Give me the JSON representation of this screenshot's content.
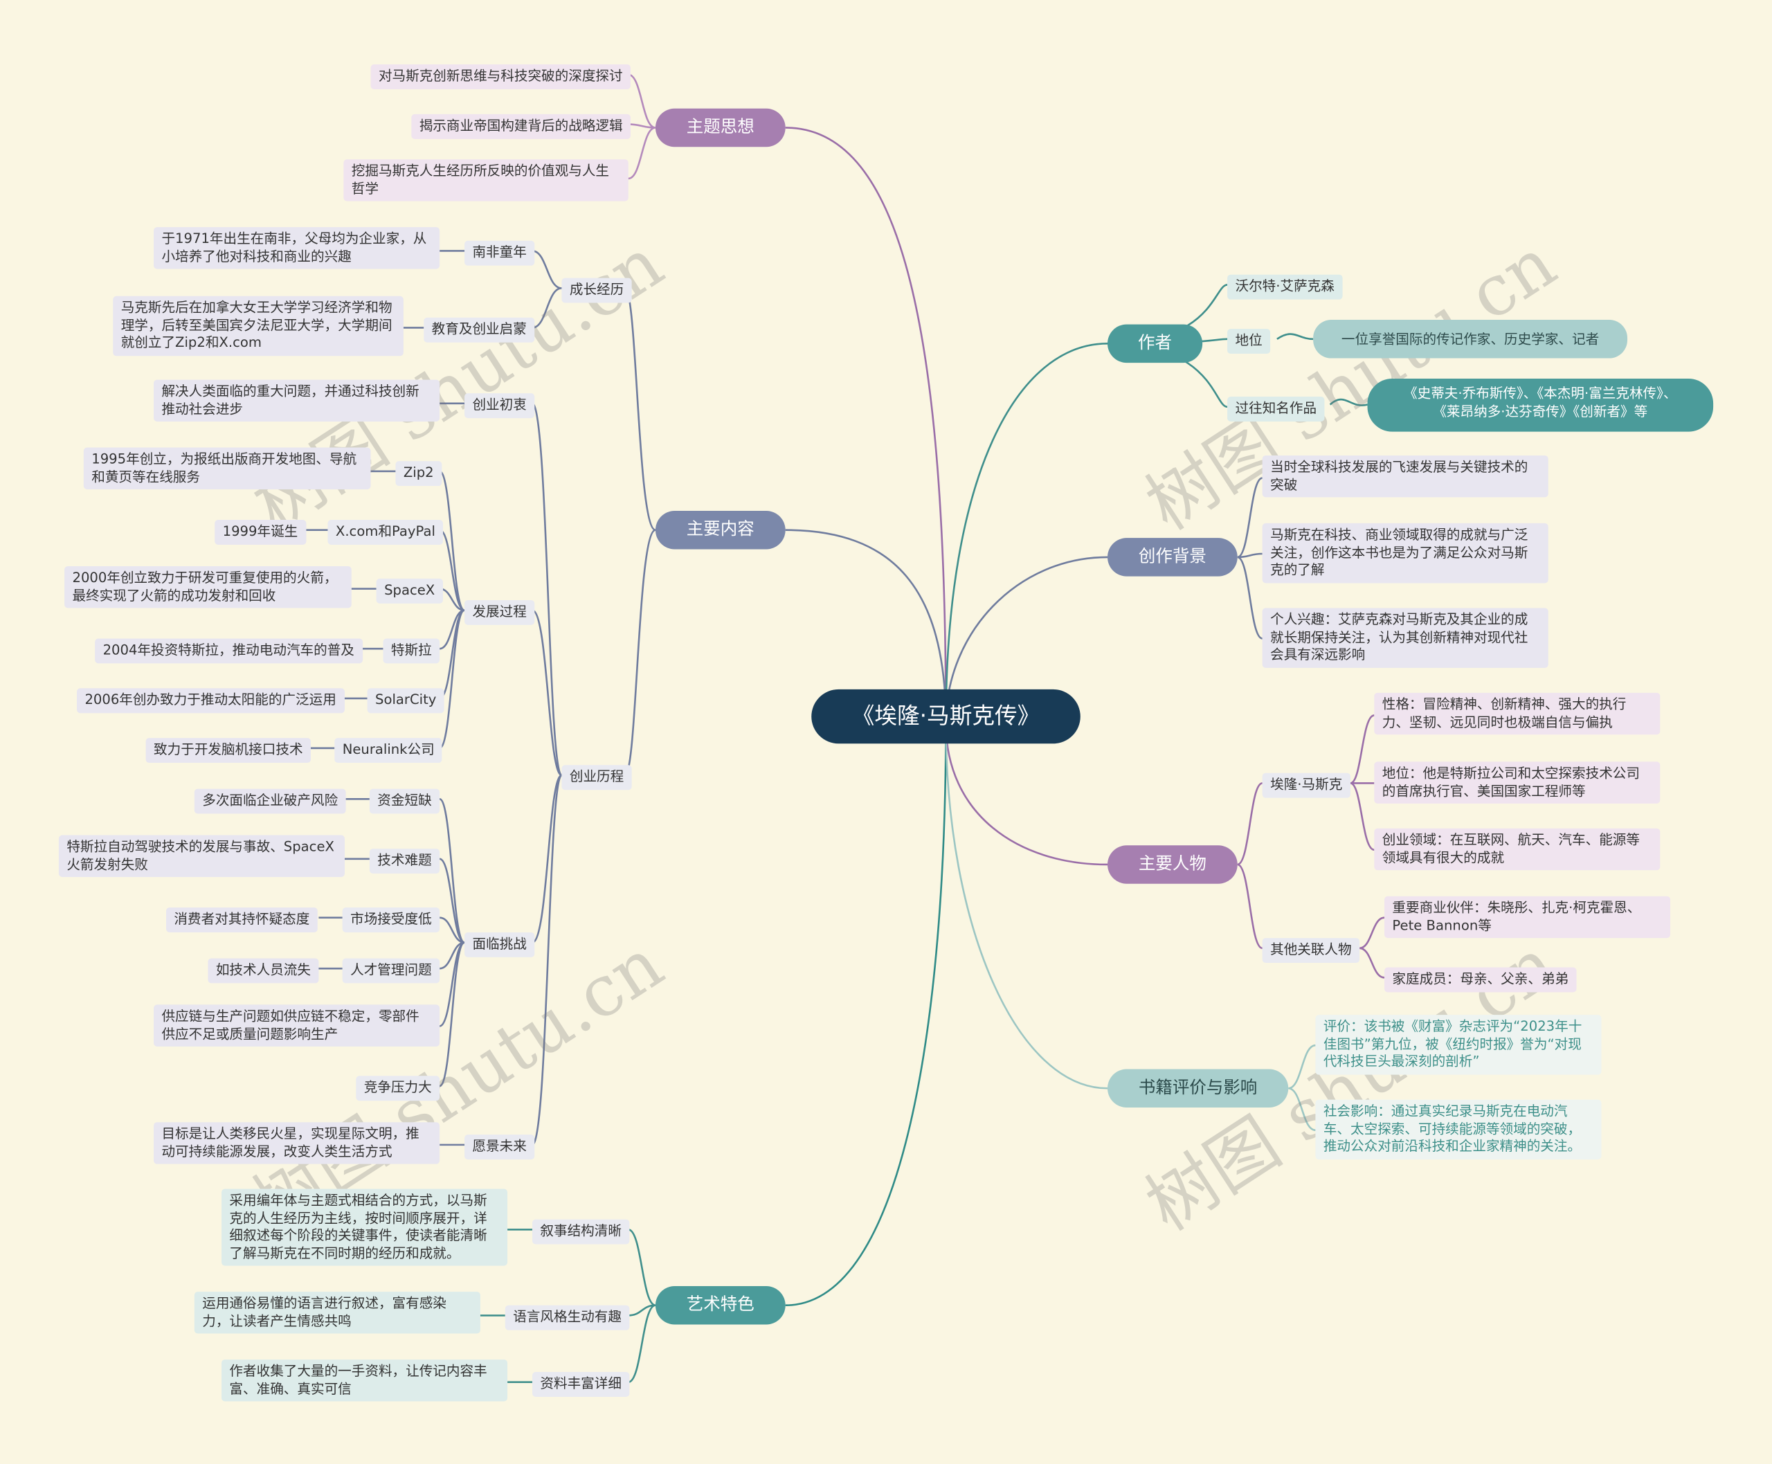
{
  "root": "《埃隆·马斯克传》",
  "branches": {
    "theme": {
      "label": "主题思想",
      "items": [
        "对马斯克创新思维与科技突破的深度探讨",
        "揭示商业帝国构建背后的战略逻辑",
        "挖掘马斯克人生经历所反映的价值观与人生哲学"
      ]
    },
    "content": {
      "label": "主要内容",
      "growth": {
        "label": "成长经历",
        "childhood": {
          "label": "南非童年",
          "text": "于1971年出生在南非，父母均为企业家，从小培养了他对科技和商业的兴趣"
        },
        "education": {
          "label": "教育及创业启蒙",
          "text": "马克斯先后在加拿大女王大学学习经济学和物理学，后转至美国宾夕法尼亚大学，大学期间就创立了Zip2和X.com"
        }
      },
      "venture": {
        "label": "创业历程",
        "origin": {
          "label": "创业初衷",
          "text": "解决人类面临的重大问题，并通过科技创新推动社会进步"
        },
        "process": {
          "label": "发展过程",
          "items": [
            {
              "label": "Zip2",
              "text": "1995年创立，为报纸出版商开发地图、导航和黄页等在线服务"
            },
            {
              "label": "X.com和PayPal",
              "text": "1999年诞生"
            },
            {
              "label": "SpaceX",
              "text": "2000年创立致力于研发可重复使用的火箭，最终实现了火箭的成功发射和回收"
            },
            {
              "label": "特斯拉",
              "text": "2004年投资特斯拉，推动电动汽车的普及"
            },
            {
              "label": "SolarCity",
              "text": "2006年创办致力于推动太阳能的广泛运用"
            },
            {
              "label": "Neuralink公司",
              "text": "致力于开发脑机接口技术"
            }
          ]
        },
        "challenges": {
          "label": "面临挑战",
          "items": [
            {
              "label": "资金短缺",
              "text": "多次面临企业破产风险"
            },
            {
              "label": "技术难题",
              "text": "特斯拉自动驾驶技术的发展与事故、SpaceX火箭发射失败"
            },
            {
              "label": "市场接受度低",
              "text": "消费者对其持怀疑态度"
            },
            {
              "label": "人才管理问题",
              "text": "如技术人员流失"
            },
            {
              "label": "供应链与生产问题如供应链不稳定，零部件供应不足或质量问题影响生产"
            },
            {
              "label": "竞争压力大"
            }
          ]
        },
        "vision": {
          "label": "愿景未来",
          "text": "目标是让人类移民火星，实现星际文明，推动可持续能源发展，改变人类生活方式"
        }
      }
    },
    "art": {
      "label": "艺术特色",
      "items": [
        {
          "label": "叙事结构清晰",
          "text": "采用编年体与主题式相结合的方式，以马斯克的人生经历为主线，按时间顺序展开，详细叙述每个阶段的关键事件，使读者能清晰了解马斯克在不同时期的经历和成就。"
        },
        {
          "label": "语言风格生动有趣",
          "text": "运用通俗易懂的语言进行叙述，富有感染力，让读者产生情感共鸣"
        },
        {
          "label": "资料丰富详细",
          "text": "作者收集了大量的一手资料，让传记内容丰富、准确、真实可信"
        }
      ]
    },
    "author": {
      "label": "作者",
      "name": "沃尔特·艾萨克森",
      "status": {
        "label": "地位",
        "text": "一位享誉国际的传记作家、历史学家、记者"
      },
      "works": {
        "label": "过往知名作品",
        "text": "《史蒂夫·乔布斯传》、《本杰明·富兰克林传》、《莱昂纳多·达芬奇传》《创新者》等"
      }
    },
    "background": {
      "label": "创作背景",
      "items": [
        "当时全球科技发展的飞速发展与关键技术的突破",
        "马斯克在科技、商业领域取得的成就与广泛关注，创作这本书也是为了满足公众对马斯克的了解",
        "个人兴趣：艾萨克森对马斯克及其企业的成就长期保持关注，认为其创新精神对现代社会具有深远影响"
      ]
    },
    "people": {
      "label": "主要人物",
      "musk": {
        "label": "埃隆·马斯克",
        "items": [
          "性格：冒险精神、创新精神、强大的执行力、坚韧、远见同时也极端自信与偏执",
          "地位：他是特斯拉公司和太空探索技术公司的首席执行官、美国国家工程师等",
          "创业领域：在互联网、航天、汽车、能源等领域具有很大的成就"
        ]
      },
      "others": {
        "label": "其他关联人物",
        "items": [
          "重要商业伙伴：朱晓彤、扎克·柯克霍恩、Pete Bannon等",
          "家庭成员：母亲、父亲、弟弟"
        ]
      }
    },
    "review": {
      "label": "书籍评价与影响",
      "items": [
        "评价：该书被《财富》杂志评为“2023年十佳图书”第九位，被《纽约时报》誉为“对现代科技巨头最深刻的剖析”",
        "社会影响：通过真实纪录马斯克在电动汽车、太空探索、可持续能源等领域的突破，推动公众对前沿科技和企业家精神的关注。"
      ]
    }
  },
  "watermark": "树图 shutu.cn",
  "colors": {
    "background": "#faf6e2",
    "root": "#183b56",
    "purple": "#a67fb0",
    "slate": "#7b88aa",
    "teal": "#4b9b9a",
    "mint": "#a9cfcd"
  }
}
